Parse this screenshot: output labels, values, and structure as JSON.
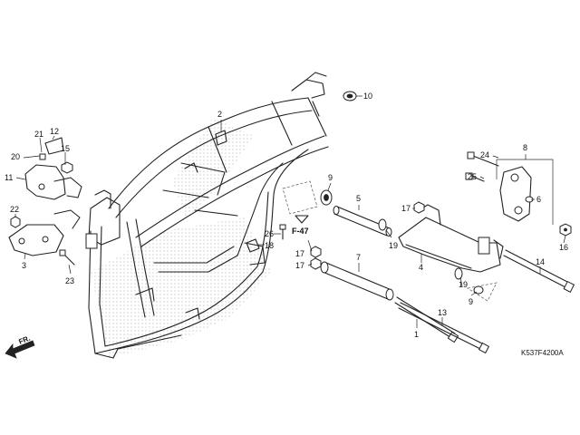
{
  "diagram": {
    "drawing_code": "K537F4200A",
    "reference": "F-47",
    "direction": "FR.",
    "callouts": {
      "c1": "1",
      "c2": "2",
      "c3": "3",
      "c4": "4",
      "c5": "5",
      "c6": "6",
      "c7": "7",
      "c8": "8",
      "c9a": "9",
      "c9b": "9",
      "c10": "10",
      "c11": "11",
      "c12": "12",
      "c13": "13",
      "c14": "14",
      "c15": "15",
      "c16": "16",
      "c17a": "17",
      "c17b": "17",
      "c17c": "17",
      "c18": "18",
      "c19a": "19",
      "c19b": "19",
      "c20": "20",
      "c21": "21",
      "c22": "22",
      "c23": "23",
      "c24": "24",
      "c25": "25",
      "c26": "26"
    }
  }
}
